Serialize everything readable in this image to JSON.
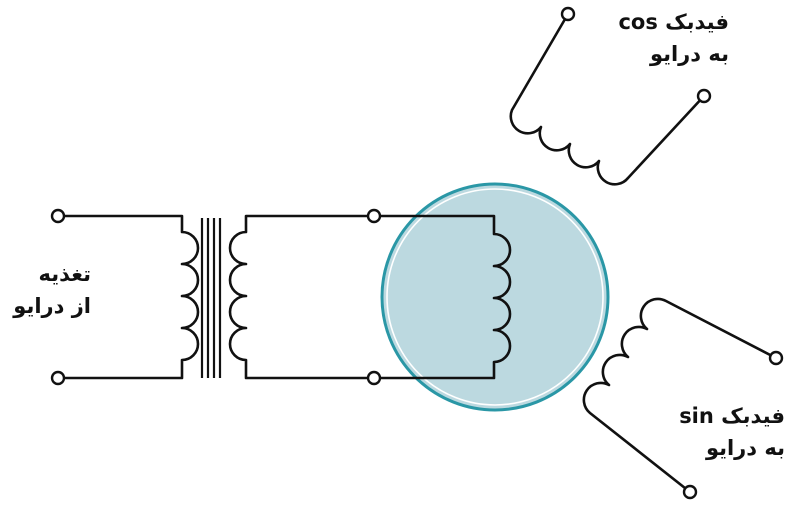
{
  "labels": {
    "supply": {
      "line1": "تغذیه",
      "line2": "از درایو"
    },
    "cos_feedback": {
      "line1": "فیدبک cos",
      "line2": "به درایو"
    },
    "sin_feedback": {
      "line1": "فیدبک sin",
      "line2": "به درایو"
    }
  },
  "colors": {
    "wire": "#111111",
    "rotor_fill": "#bcd9e0",
    "rotor_ring": "#2a97a6"
  }
}
